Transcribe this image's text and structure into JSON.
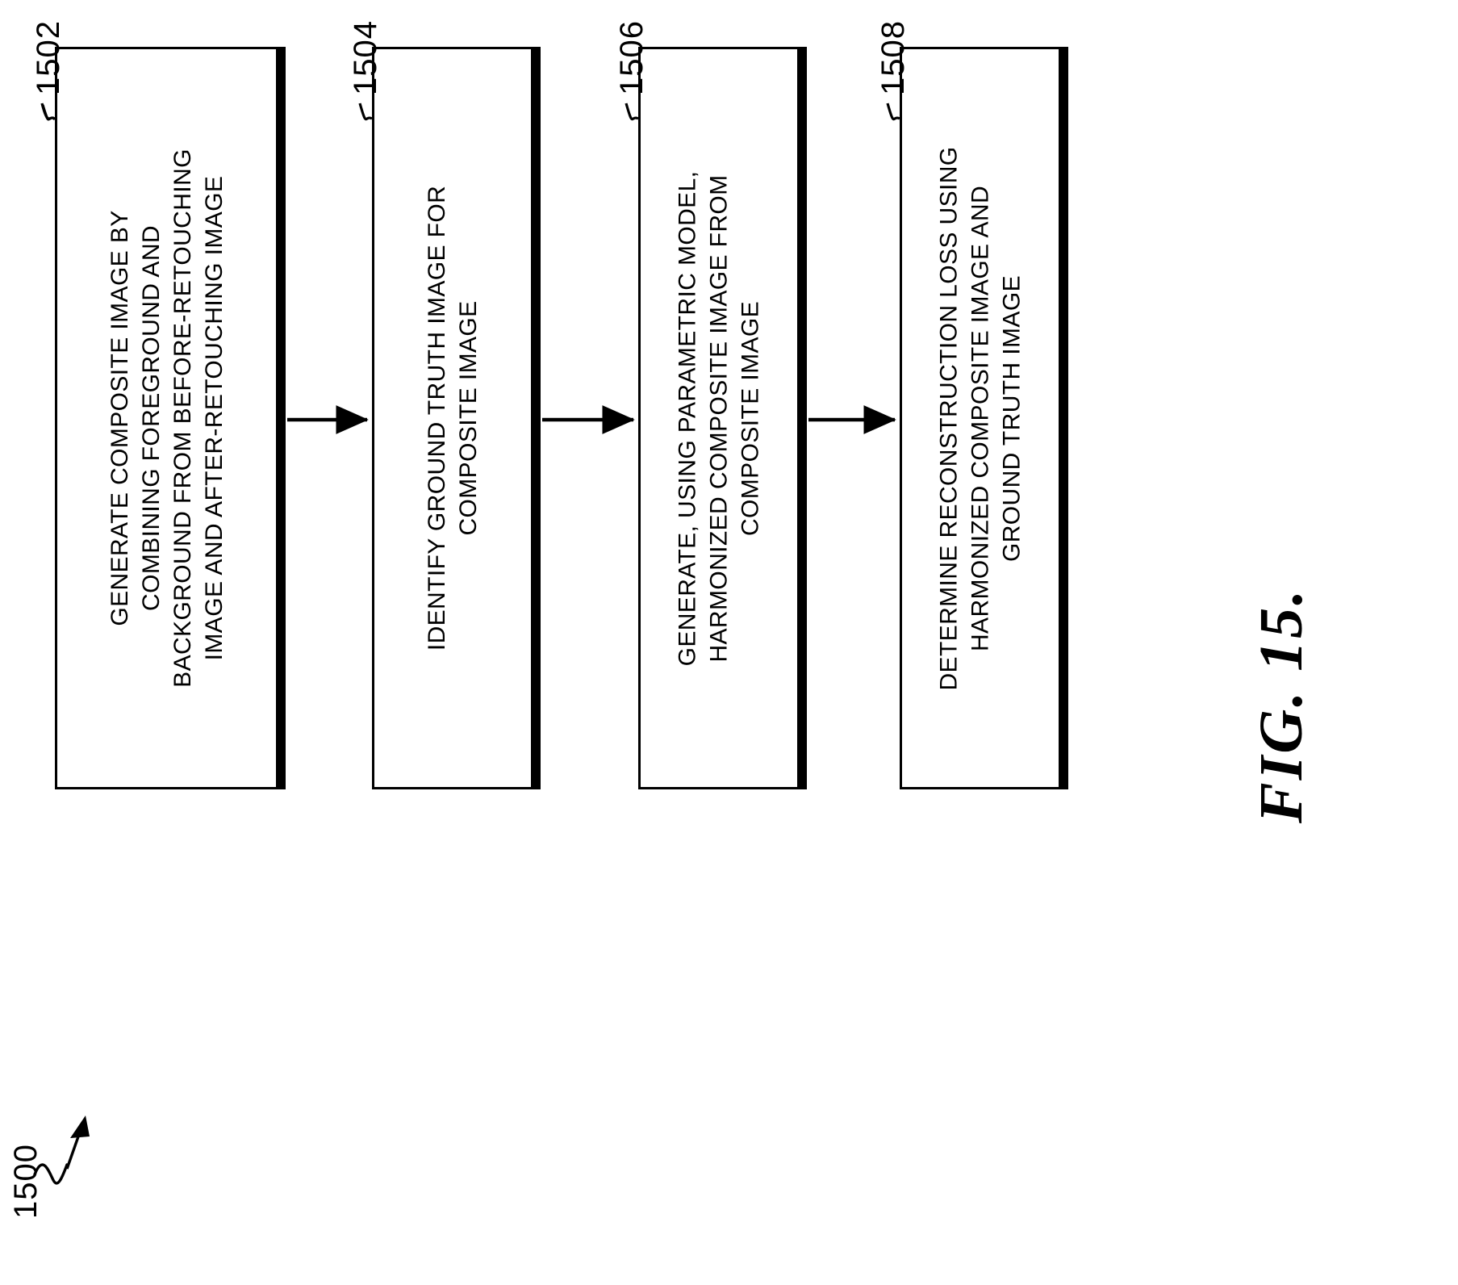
{
  "figure": {
    "caption": "FIG. 15.",
    "flow_label": "1500",
    "orientation": "landscape-rotated-90"
  },
  "flowchart": {
    "steps": [
      {
        "ref": "1502",
        "lines": [
          "GENERATE COMPOSITE IMAGE BY",
          "COMBINING FOREGROUND AND",
          "BACKGROUND FROM BEFORE-RETOUCHING",
          "IMAGE AND AFTER-RETOUCHING IMAGE"
        ],
        "text": "GENERATE COMPOSITE IMAGE BY COMBINING FOREGROUND AND BACKGROUND FROM BEFORE-RETOUCHING IMAGE AND AFTER-RETOUCHING IMAGE"
      },
      {
        "ref": "1504",
        "lines": [
          "IDENTIFY GROUND TRUTH IMAGE FOR",
          "COMPOSITE IMAGE"
        ],
        "text": "IDENTIFY GROUND TRUTH IMAGE FOR COMPOSITE IMAGE"
      },
      {
        "ref": "1506",
        "lines": [
          "GENERATE, USING PARAMETRIC MODEL,",
          "HARMONIZED COMPOSITE IMAGE FROM",
          "COMPOSITE IMAGE"
        ],
        "text": "GENERATE, USING PARAMETRIC MODEL, HARMONIZED COMPOSITE IMAGE FROM COMPOSITE IMAGE"
      },
      {
        "ref": "1508",
        "lines": [
          "DETERMINE RECONSTRUCTION LOSS USING",
          "HARMONIZED COMPOSITE IMAGE AND",
          "GROUND TRUTH IMAGE"
        ],
        "text": "DETERMINE RECONSTRUCTION LOSS USING HARMONIZED COMPOSITE IMAGE AND GROUND TRUTH IMAGE"
      }
    ],
    "connectors": [
      {
        "from": "1502",
        "to": "1504"
      },
      {
        "from": "1504",
        "to": "1506"
      },
      {
        "from": "1506",
        "to": "1508"
      }
    ]
  },
  "colors": {
    "ink": "#000000",
    "paper": "#ffffff"
  }
}
